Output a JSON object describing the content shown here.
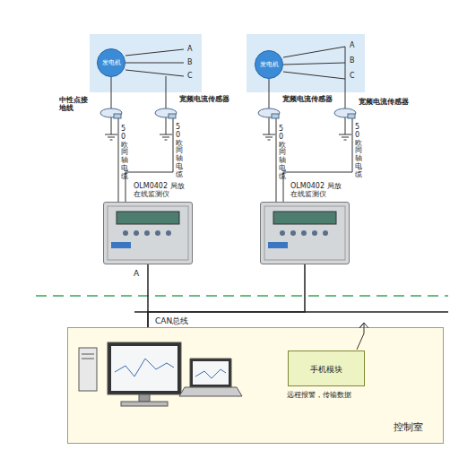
{
  "diagram": {
    "nodes": [
      {
        "text": [
          "发电机"
        ]
      },
      {
        "text": [
          "发电机"
        ]
      },
      {
        "text": [
          "OLM0402 局放在线监测仪"
        ]
      },
      {
        "text": [
          "OLM0402 局放在线监测仪"
        ]
      },
      {
        "text": [
          "控制室"
        ]
      },
      {
        "text": [
          "手机模块",
          "远程报警，传输数据"
        ],
        "in": 4
      }
    ],
    "edges": [
      {
        "from": 2,
        "to": 4,
        "arrow": "none"
      },
      {
        "from": 3,
        "to": 4,
        "arrow": "none"
      }
    ],
    "labels": [
      "A",
      "B",
      "C",
      "A",
      "B",
      "C",
      "中性点接地线",
      "宽频电流传感器",
      "宽频电流传感器",
      "宽频电流传感器",
      "50欧同轴电缆",
      "50欧同轴电缆",
      "50欧同轴电缆",
      "50欧同轴电缆",
      "A",
      "CAN总线"
    ]
  }
}
